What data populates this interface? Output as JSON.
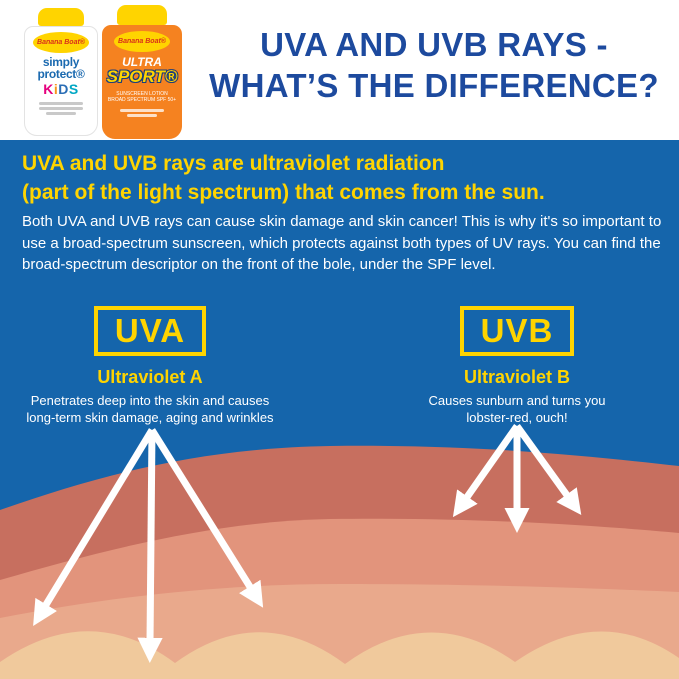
{
  "header": {
    "title_lines": [
      "UVA AND UVB RAYS -",
      "WHAT’S THE DIFFERENCE?"
    ]
  },
  "products": {
    "kids": {
      "brand": "Banana Boat®",
      "name_line1": "simply",
      "name_line2": "protect®",
      "kids_letters": [
        "K",
        "i",
        "D",
        "S"
      ]
    },
    "sport": {
      "brand": "Banana Boat®",
      "name_line1": "ULTRA",
      "name_line2": "SPORT®",
      "spf_line1": "SUNSCREEN LOTION",
      "spf_line2": "BROAD SPECTRUM SPF 50+"
    }
  },
  "intro": {
    "headline_lines": [
      "UVA and UVB rays are ultraviolet radiation",
      "(part of the light spectrum) that comes from the sun."
    ],
    "body": "Both UVA and UVB rays can cause skin damage and skin cancer! This is why it's so important to use a broad-spectrum sunscreen, which protects against both types of UV rays. You can find the broad-spectrum descriptor on the front of the bole, under the SPF level."
  },
  "uva": {
    "abbr": "UVA",
    "title": "Ultraviolet A",
    "description": "Penetrates deep into the skin and causes long-term skin damage, aging and wrinkles"
  },
  "uvb": {
    "abbr": "UVB",
    "title": "Ultraviolet B",
    "description": "Causes sunburn and turns you lobster-red, ouch!"
  },
  "colors": {
    "panel_blue": "#1565ab",
    "title_blue": "#1d4a9e",
    "accent_yellow": "#ffd400",
    "skin_dark": "#c76f5f",
    "skin_mid": "#e2947c",
    "skin_light": "#e9a98c",
    "skin_base": "#f0c99c",
    "arrow_white": "#ffffff"
  }
}
